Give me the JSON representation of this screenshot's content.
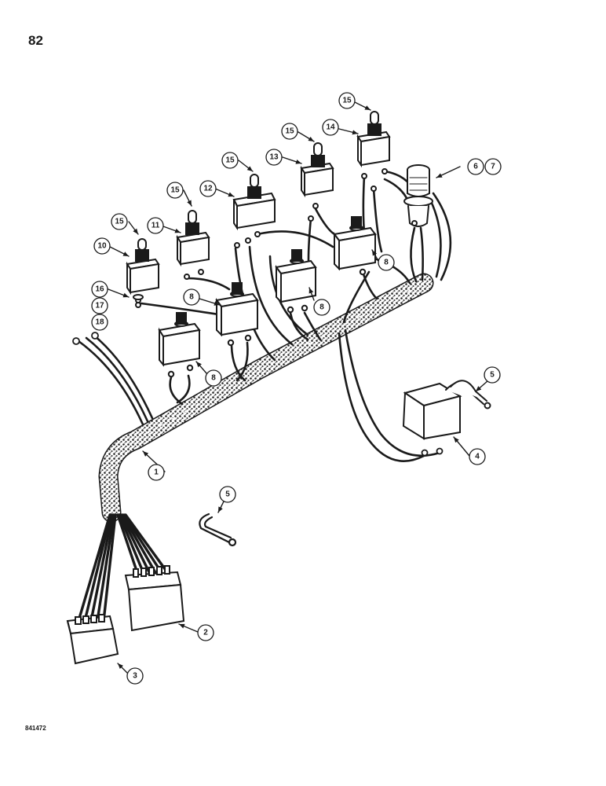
{
  "page_number": "82",
  "figure_code": "841472",
  "colors": {
    "ink": "#1a1a1a",
    "paper": "#ffffff",
    "wrap": "#6d6d6d"
  },
  "callouts": [
    {
      "id": "c1",
      "label": "1"
    },
    {
      "id": "c2",
      "label": "2"
    },
    {
      "id": "c3",
      "label": "3"
    },
    {
      "id": "c4",
      "label": "4"
    },
    {
      "id": "c5a",
      "label": "5"
    },
    {
      "id": "c5b",
      "label": "5"
    },
    {
      "id": "c6",
      "label": "6"
    },
    {
      "id": "c7",
      "label": "7"
    },
    {
      "id": "c8a",
      "label": "8"
    },
    {
      "id": "c8b",
      "label": "8"
    },
    {
      "id": "c8c",
      "label": "8"
    },
    {
      "id": "c8d",
      "label": "8"
    },
    {
      "id": "c10",
      "label": "10"
    },
    {
      "id": "c11",
      "label": "11"
    },
    {
      "id": "c12",
      "label": "12"
    },
    {
      "id": "c13",
      "label": "13"
    },
    {
      "id": "c14",
      "label": "14"
    },
    {
      "id": "c15a",
      "label": "15"
    },
    {
      "id": "c15b",
      "label": "15"
    },
    {
      "id": "c15c",
      "label": "15"
    },
    {
      "id": "c15d",
      "label": "15"
    },
    {
      "id": "c15e",
      "label": "15"
    },
    {
      "id": "c16",
      "label": "16"
    },
    {
      "id": "c17",
      "label": "17"
    },
    {
      "id": "c18",
      "label": "18"
    }
  ]
}
